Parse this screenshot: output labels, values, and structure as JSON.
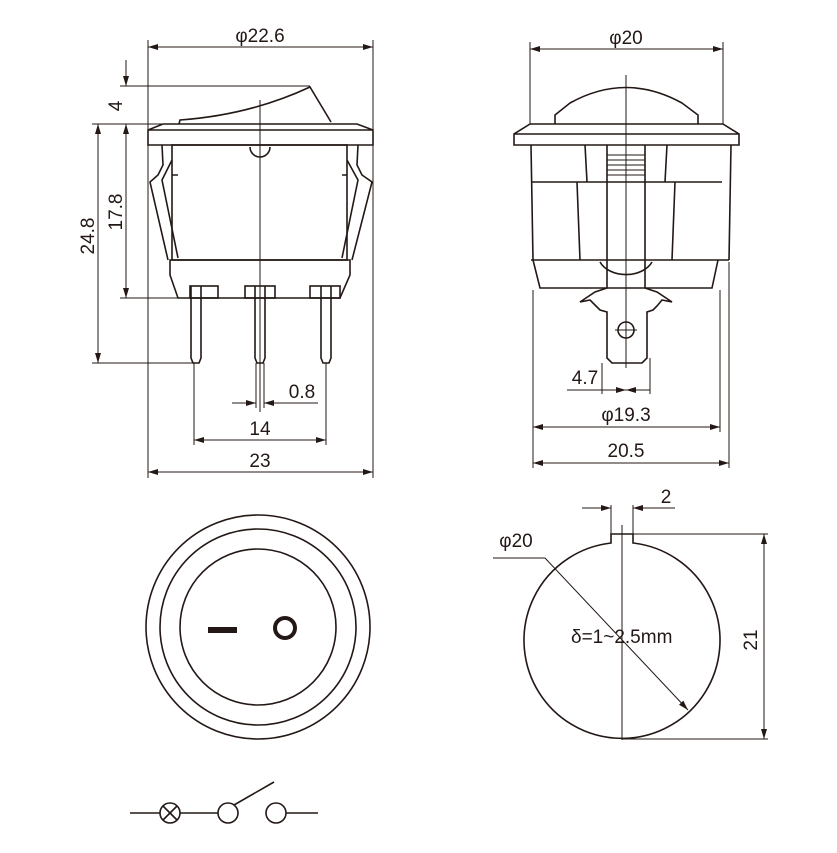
{
  "side_view": {
    "dia_top": "φ22.6",
    "h_actuator": "4",
    "h_body": "17.8",
    "h_total": "24.8",
    "pin_width": "0.8",
    "pin_span": "14",
    "width": "23"
  },
  "front_view": {
    "dia_top": "φ20",
    "terminal_width": "4.7",
    "dia_mid": "φ19.3",
    "width": "20.5"
  },
  "panel_cutout": {
    "dia": "φ20",
    "notch": "2",
    "height": "21",
    "panel_thickness": "δ=1~2.5mm"
  },
  "colors": {
    "line": "#231815"
  }
}
